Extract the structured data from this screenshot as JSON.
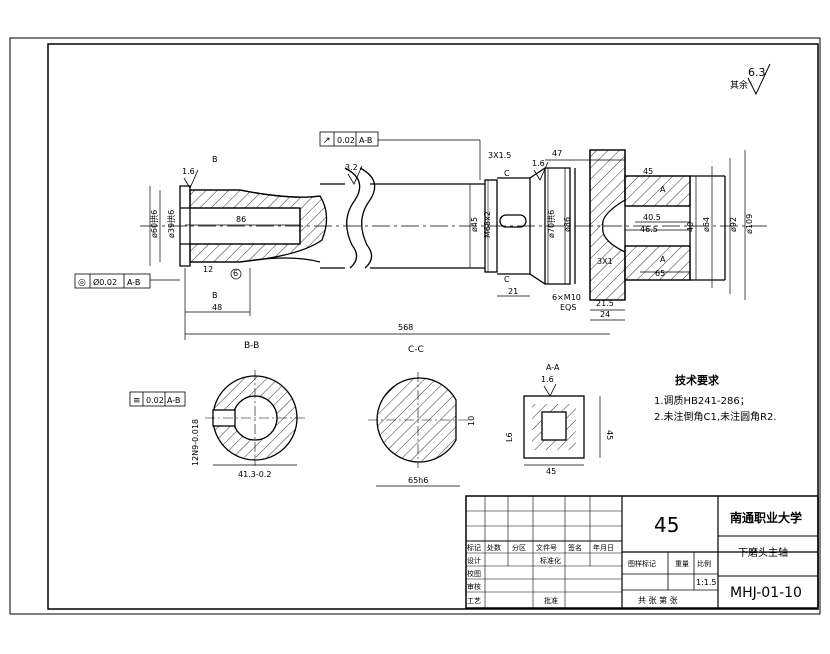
{
  "roughness": {
    "value": "6.3",
    "label": "其余"
  },
  "labels": {
    "gdt_top_sym": "↗",
    "gdt_top_val": "0.02",
    "gdt_top_ref": "A-B",
    "gdt_left_sym": "◎",
    "gdt_left_val": "Ø0.02",
    "gdt_left_ref": "A-B",
    "gdt_bb_sym": "≡",
    "gdt_bb_val": "0.02",
    "gdt_bb_ref": "A-B",
    "rough_1_6_a": "1.6",
    "rough_3_2": "3.2",
    "rough_1_6_b": "1.6",
    "rough_1_6_aa": "1.6",
    "rough_1_6_side": "1.6",
    "sec_b_top": "B",
    "sec_b_bot": "B",
    "sec_c_top": "C",
    "sec_c_bot": "C",
    "sec_a_top": "A",
    "sec_a_bot": "A",
    "dim_86": "86",
    "dim_48": "48",
    "dim_568": "568",
    "dim_12": "12",
    "dim_d60": "ø60拱6",
    "dim_d39": "ø39拱6",
    "dim_d45": "ø45",
    "dim_m68": "M68x2",
    "dim_d70": "ø70拱6",
    "dim_d86": "ø86",
    "dim_3x15": "3X1.5",
    "dim_47": "47",
    "dim_21": "21",
    "dim_6m10": "6×M10",
    "dim_eqs": "EQS",
    "dim_215": "21.5",
    "dim_24": "24",
    "dim_45h": "45",
    "dim_405": "40.5",
    "dim_465": "46.5",
    "dim_40": "40",
    "dim_3x1": "3X1",
    "dim_65": "65",
    "dim_d64": "ø64",
    "dim_d92": "ø92",
    "dim_d109": "ø109",
    "view_bb": "B-B",
    "view_cc": "C-C",
    "view_aa": "A-A",
    "dim_413": "41.3-0.2",
    "dim_12k": "12N9-0.018",
    "dim_10": "10",
    "dim_65l": "65h6",
    "dim_45sq_h": "45",
    "dim_45sq_v": "45",
    "dim_l6": "L6",
    "circle_mark": "6"
  },
  "notes": {
    "title": "技术要求",
    "line1": "1.调质HB241-286；",
    "line2": "2.未注倒角C1,未注圆角R2."
  },
  "title_block": {
    "material": "45",
    "organization": "南通职业大学",
    "part_name": "下磨头主轴",
    "drawing_no": "MHJ-01-10",
    "scale": "1:1.5",
    "headers": [
      "标记",
      "处数",
      "分区",
      "文件号",
      "签名",
      "年月日"
    ],
    "row_design": "设计",
    "std": "标准化",
    "row_check": "校图",
    "row_review": "审核",
    "row_process": "工艺",
    "approve": "批准",
    "stage_label": "图样标记",
    "weight_label": "重量",
    "scale_label": "比例",
    "sheets": "共 张 第 张"
  }
}
